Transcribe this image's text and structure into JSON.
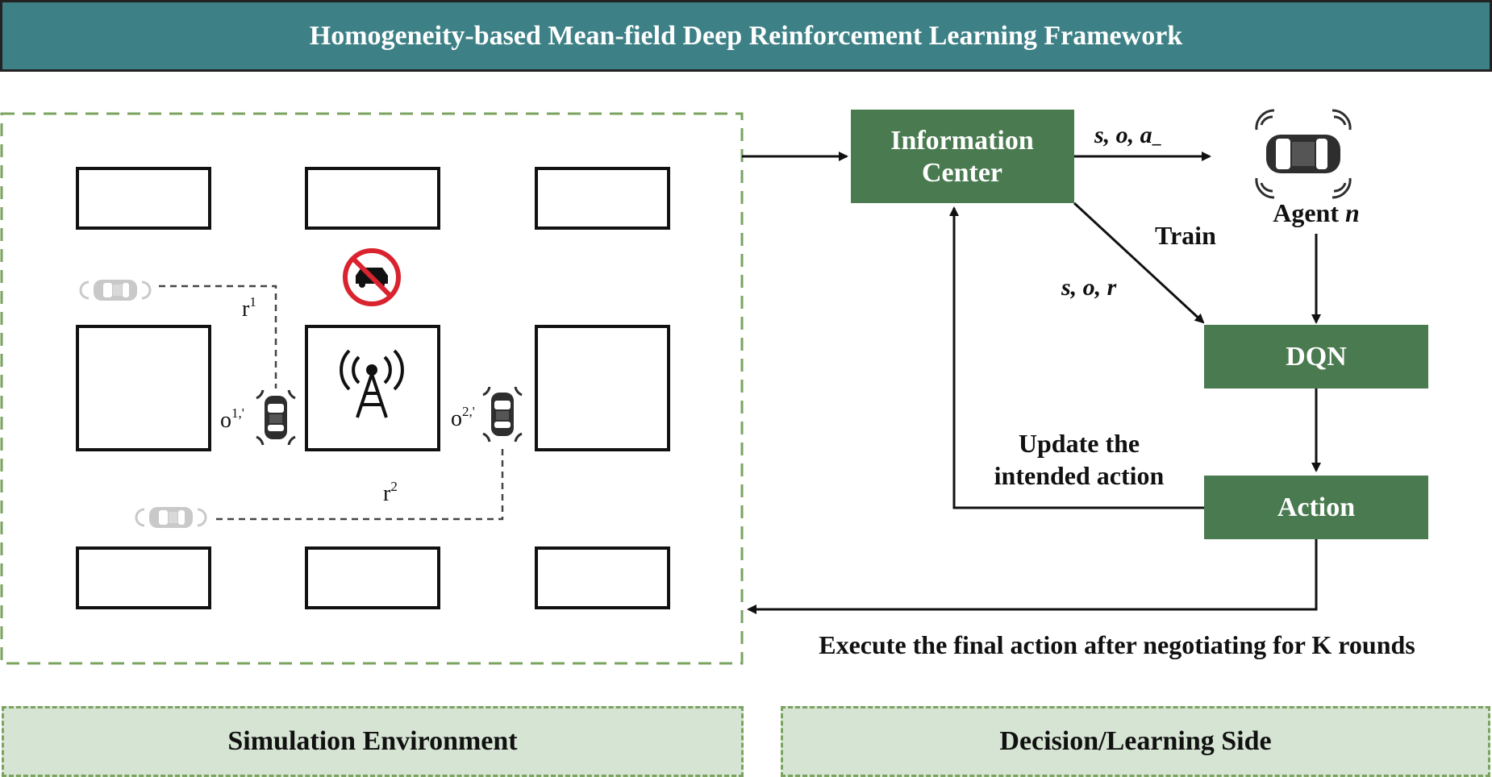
{
  "title": "Homogeneity-based Mean-field Deep Reinforcement Learning Framework",
  "colors": {
    "banner": "#3d8187",
    "green_box": "#4a7a4f",
    "dashed_border": "#7aa35e",
    "footer_fill": "#d6e4d3",
    "no_car_sign": "#d9232e"
  },
  "simulation": {
    "r1": "r",
    "r1_sup": "1",
    "r2": "r",
    "r2_sup": "2",
    "o1": "o",
    "o1_sup": "1,'",
    "o2": "o",
    "o2_sup": "2,'",
    "icons": [
      "no-car-sign-icon",
      "antenna-tower-icon",
      "car-icon"
    ]
  },
  "decision": {
    "info_center_line1": "Information",
    "info_center_line2": "Center",
    "soa_label": "s, o, a",
    "soa_sub": "–",
    "agent_label": "Agent",
    "agent_n": "n",
    "train_label": "Train",
    "sor_label": "s, o, r",
    "dqn_label": "DQN",
    "action_label": "Action",
    "update_line1": "Update the",
    "update_line2": "intended action",
    "execute_label": "Execute the final action after negotiating for K rounds"
  },
  "footer": {
    "left": "Simulation Environment",
    "right": "Decision/Learning Side"
  }
}
